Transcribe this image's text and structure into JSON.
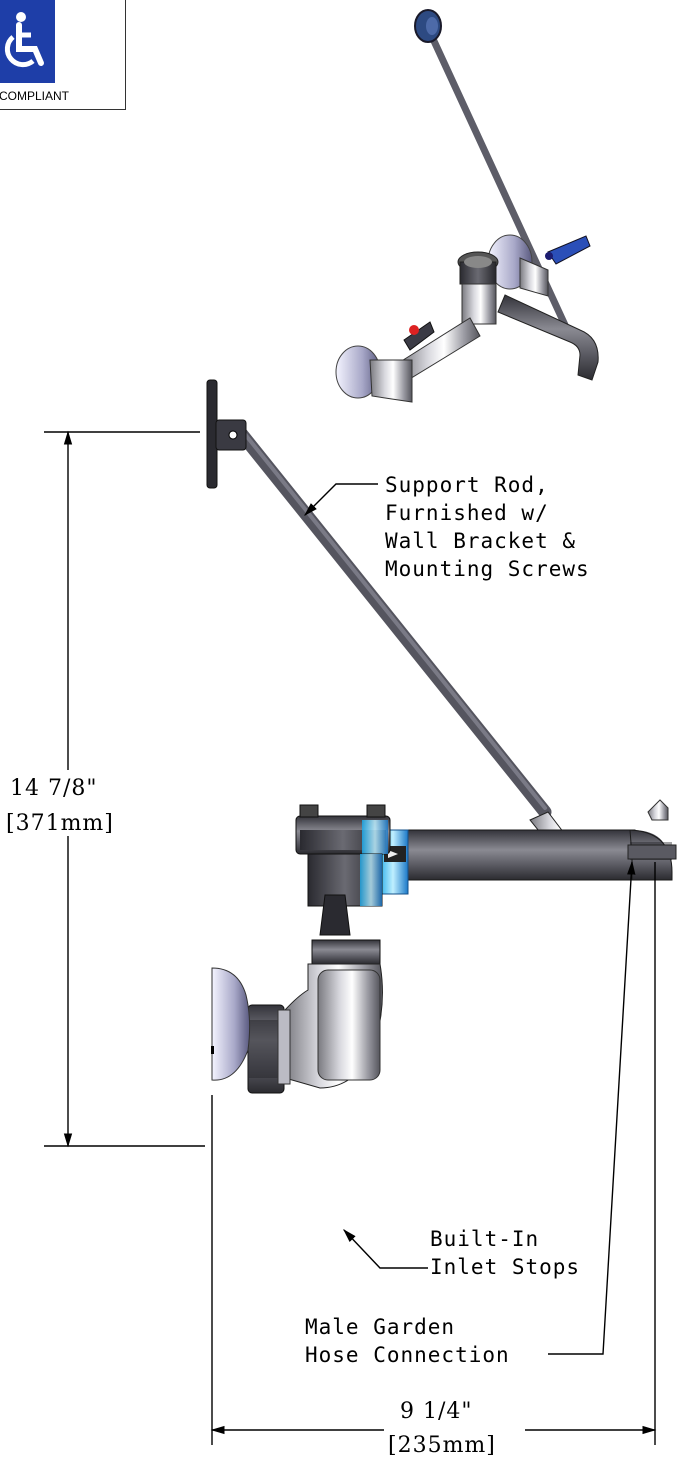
{
  "badge": {
    "icon": "accessibility-icon",
    "caption": "COMPLIANT",
    "color": "#1e3ea8"
  },
  "callouts": {
    "support_rod": [
      "Support Rod,",
      "Furnished w/",
      "Wall Bracket &",
      "Mounting Screws"
    ],
    "inlet_stops": [
      "Built-In",
      "Inlet Stops"
    ],
    "hose_connection": [
      "Male Garden",
      "Hose Connection"
    ]
  },
  "dimensions": {
    "height": {
      "imperial": "14  7/8\"",
      "metric": "[371mm]"
    },
    "width": {
      "imperial": "9  1/4\"",
      "metric": "[235mm]"
    }
  }
}
